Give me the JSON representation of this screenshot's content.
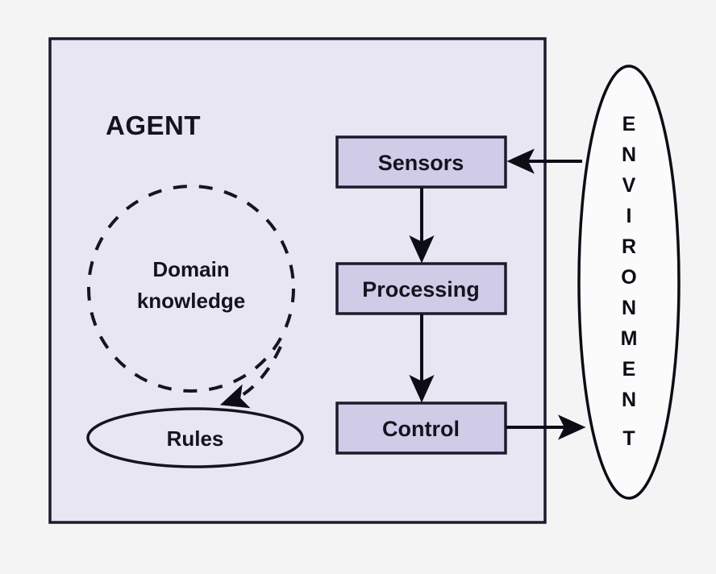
{
  "diagram": {
    "title_label": "AGENT",
    "agent_container": {
      "name": "agent-boundary",
      "fill": "#e8e6f3",
      "stroke": "#1b1b2b"
    },
    "pipeline": [
      {
        "id": "sensors",
        "label": "Sensors"
      },
      {
        "id": "processing",
        "label": "Processing"
      },
      {
        "id": "control",
        "label": "Control"
      }
    ],
    "knowledge_circle": {
      "line1": "Domain",
      "line2": "knowledge",
      "style": "dashed"
    },
    "rules_ellipse": {
      "label": "Rules"
    },
    "environment": {
      "label": "ENVIRONMENT",
      "letters": [
        "E",
        "N",
        "V",
        "I",
        "R",
        "O",
        "N",
        "M",
        "E",
        "N",
        "T"
      ],
      "fill": "#fbfbfb",
      "stroke": "#0d0d16"
    },
    "connections": [
      {
        "id": "env-to-sensors",
        "from": "environment",
        "to": "sensors",
        "style": "solid-arrow"
      },
      {
        "id": "sensors-to-processing",
        "from": "sensors",
        "to": "processing",
        "style": "solid-arrow"
      },
      {
        "id": "processing-to-control",
        "from": "processing",
        "to": "control",
        "style": "solid-arrow"
      },
      {
        "id": "control-to-env",
        "from": "control",
        "to": "environment",
        "style": "solid-arrow"
      },
      {
        "id": "knowledge-to-rules",
        "from": "knowledge_circle",
        "to": "rules_ellipse",
        "style": "dashed-arrow"
      }
    ],
    "colors": {
      "page_background": "#f4f4f5",
      "agent_fill": "#e8e6f3",
      "node_fill": "#d0cce8",
      "node_stroke": "#1b1b2b",
      "text": "#14141f"
    }
  }
}
